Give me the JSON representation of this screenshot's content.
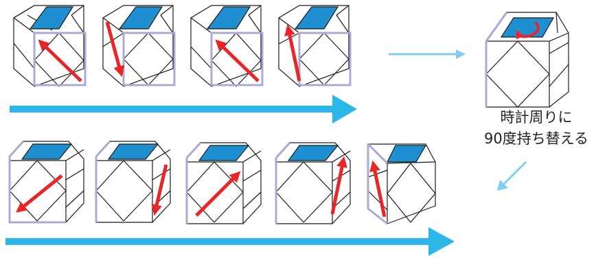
{
  "colors": {
    "top_face": "#1e90d2",
    "cube_line": "#1a1a1a",
    "highlight": "#aaa8d4",
    "move_arrow": "#e8262a",
    "sequence_arrow": "#2bb7e8",
    "transition_arrow": "#7fcdef"
  },
  "caption": {
    "line1": "時計周りに",
    "line2": "90度持ち替える"
  },
  "steps": [
    {
      "row": 1,
      "index": 1,
      "direction": "up-left"
    },
    {
      "row": 1,
      "index": 2,
      "direction": "down"
    },
    {
      "row": 1,
      "index": 3,
      "direction": "up-left"
    },
    {
      "row": 1,
      "index": 4,
      "direction": "up"
    },
    {
      "row": 2,
      "index": 1,
      "direction": "down-left"
    },
    {
      "row": 2,
      "index": 2,
      "direction": "down"
    },
    {
      "row": 2,
      "index": 3,
      "direction": "up-right"
    },
    {
      "row": 2,
      "index": 4,
      "direction": "up"
    },
    {
      "row": 2,
      "index": 5,
      "direction": "up"
    }
  ],
  "rotation": {
    "direction": "clockwise",
    "degrees": 90
  }
}
